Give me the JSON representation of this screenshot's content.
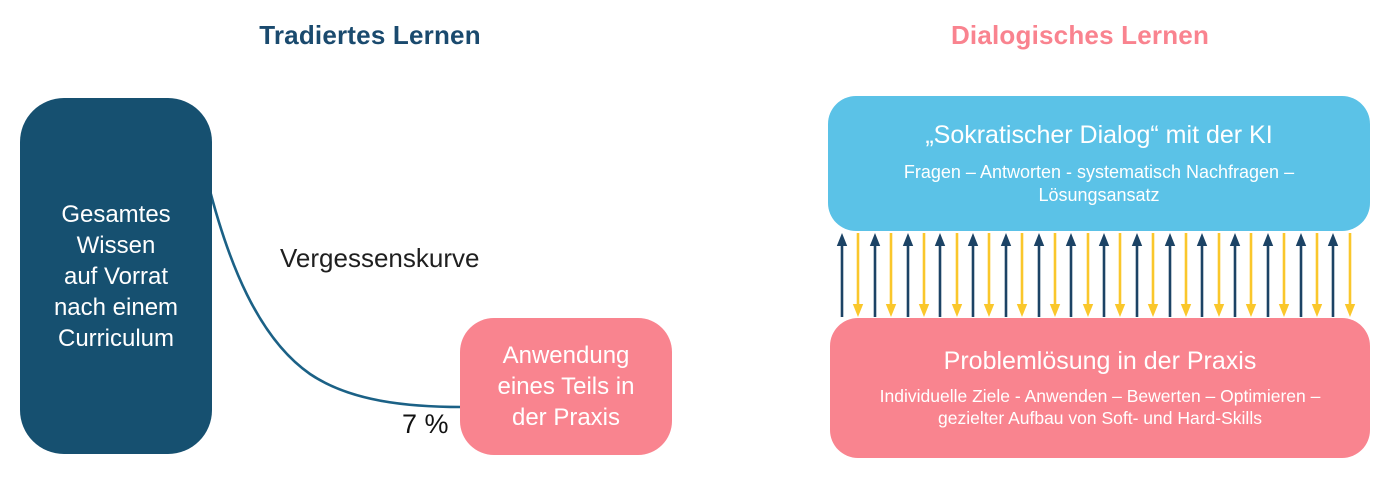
{
  "left": {
    "title": "Tradiertes Lernen",
    "knowledge_box": {
      "lines": [
        "Gesamtes",
        "Wissen",
        "auf Vorrat",
        "nach einem",
        "Curriculum"
      ]
    },
    "curve_label": "Vergessenskurve",
    "percent_label": "7 %",
    "application_box": {
      "lines": [
        "Anwendung",
        "eines Teils in",
        "der Praxis"
      ]
    }
  },
  "right": {
    "title": "Dialogisches Lernen",
    "dialog_box": {
      "title": "„Sokratischer Dialog“ mit der KI",
      "subtitle_lines": [
        "Fragen – Antworten - systematisch Nachfragen –",
        "Lösungsansatz"
      ]
    },
    "problem_box": {
      "title": "Problemlösung in der Praxis",
      "subtitle_lines": [
        "Individuelle Ziele - Anwenden – Bewerten – Optimieren –",
        "gezielter Aufbau von Soft- und Hard-Skills"
      ]
    },
    "arrows": {
      "pair_count": 16,
      "up_color": "#1C4365",
      "down_color": "#FAC72B"
    }
  },
  "colors": {
    "left_title": "#1A4A6E",
    "right_title": "#F9838F",
    "knowledge_box_bg": "#165070",
    "pink_box_bg": "#F9848F",
    "dialog_box_bg": "#5BC2E7",
    "curve_stroke": "#1B6186",
    "text_on_boxes": "#FFFFFF"
  }
}
